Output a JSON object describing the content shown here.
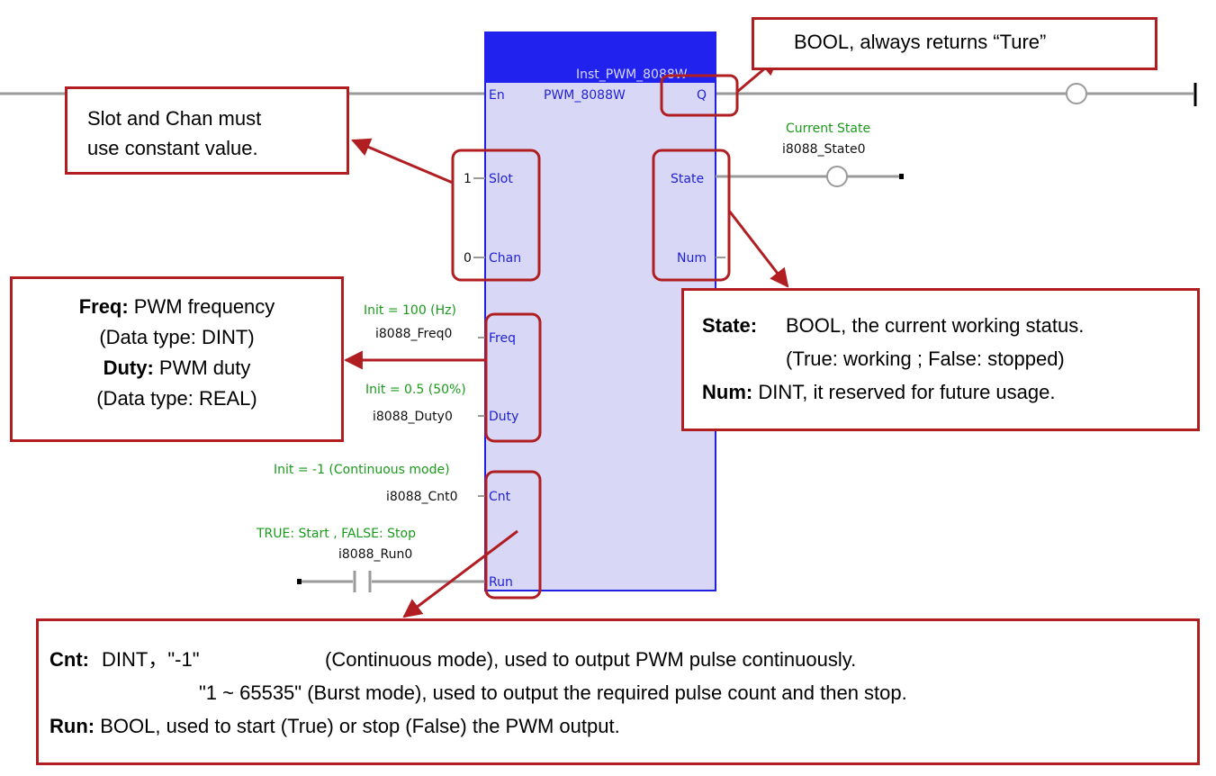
{
  "fb": {
    "instance_name": "Inst_PWM_8088W",
    "type_name": "PWM_8088W",
    "pins_left": [
      "En",
      "Slot",
      "Chan",
      "Freq",
      "Duty",
      "Cnt",
      "Run"
    ],
    "pins_right": [
      "Q",
      "State",
      "Num"
    ]
  },
  "inputs": {
    "slot_value": "1",
    "chan_value": "0",
    "freq_comment": "Init = 100 (Hz)",
    "freq_var": "i8088_Freq0",
    "duty_comment": "Init = 0.5 (50%)",
    "duty_var": "i8088_Duty0",
    "cnt_comment": "Init = -1 (Continuous mode)",
    "cnt_var": "i8088_Cnt0",
    "run_comment": "TRUE: Start ,  FALSE: Stop",
    "run_var": "i8088_Run0"
  },
  "outputs": {
    "state_comment": "Current State",
    "state_var": "i8088_State0"
  },
  "callouts": {
    "q": "BOOL, always returns “Ture”",
    "slot_line1": "Slot and Chan must",
    "slot_line2": "use constant value.",
    "freq_label": "Freq:",
    "freq_text": " PWM frequency",
    "freq_type": "(Data type: DINT)",
    "duty_label": "Duty:",
    "duty_text": " PWM duty",
    "duty_type": "(Data type: REAL)",
    "state_label": "State:",
    "state_text": "BOOL, the current working status.",
    "state_detail": "(True: working ; False: stopped)",
    "num_label": "Num:",
    "num_text": " DINT, it reserved for future usage.",
    "cnt_label": "Cnt:",
    "cnt_type": "DINT，\"-1\"",
    "cnt_mode1": "(Continuous mode), used to output PWM pulse continuously.",
    "cnt_mode2": "\"1 ~ 65535\" (Burst mode), used to output the required pulse count and then stop.",
    "run_label": "Run:",
    "run_text": " BOOL, used to start (True) or stop (False) the PWM output."
  },
  "colors": {
    "callout_border": "#b01e22",
    "fb_fill": "#d8d8f6",
    "fb_border": "#2020e0",
    "fb_title_bar": "#2222ee",
    "pin_text": "#1f1fd6",
    "comment_text": "#1a9a1a"
  }
}
